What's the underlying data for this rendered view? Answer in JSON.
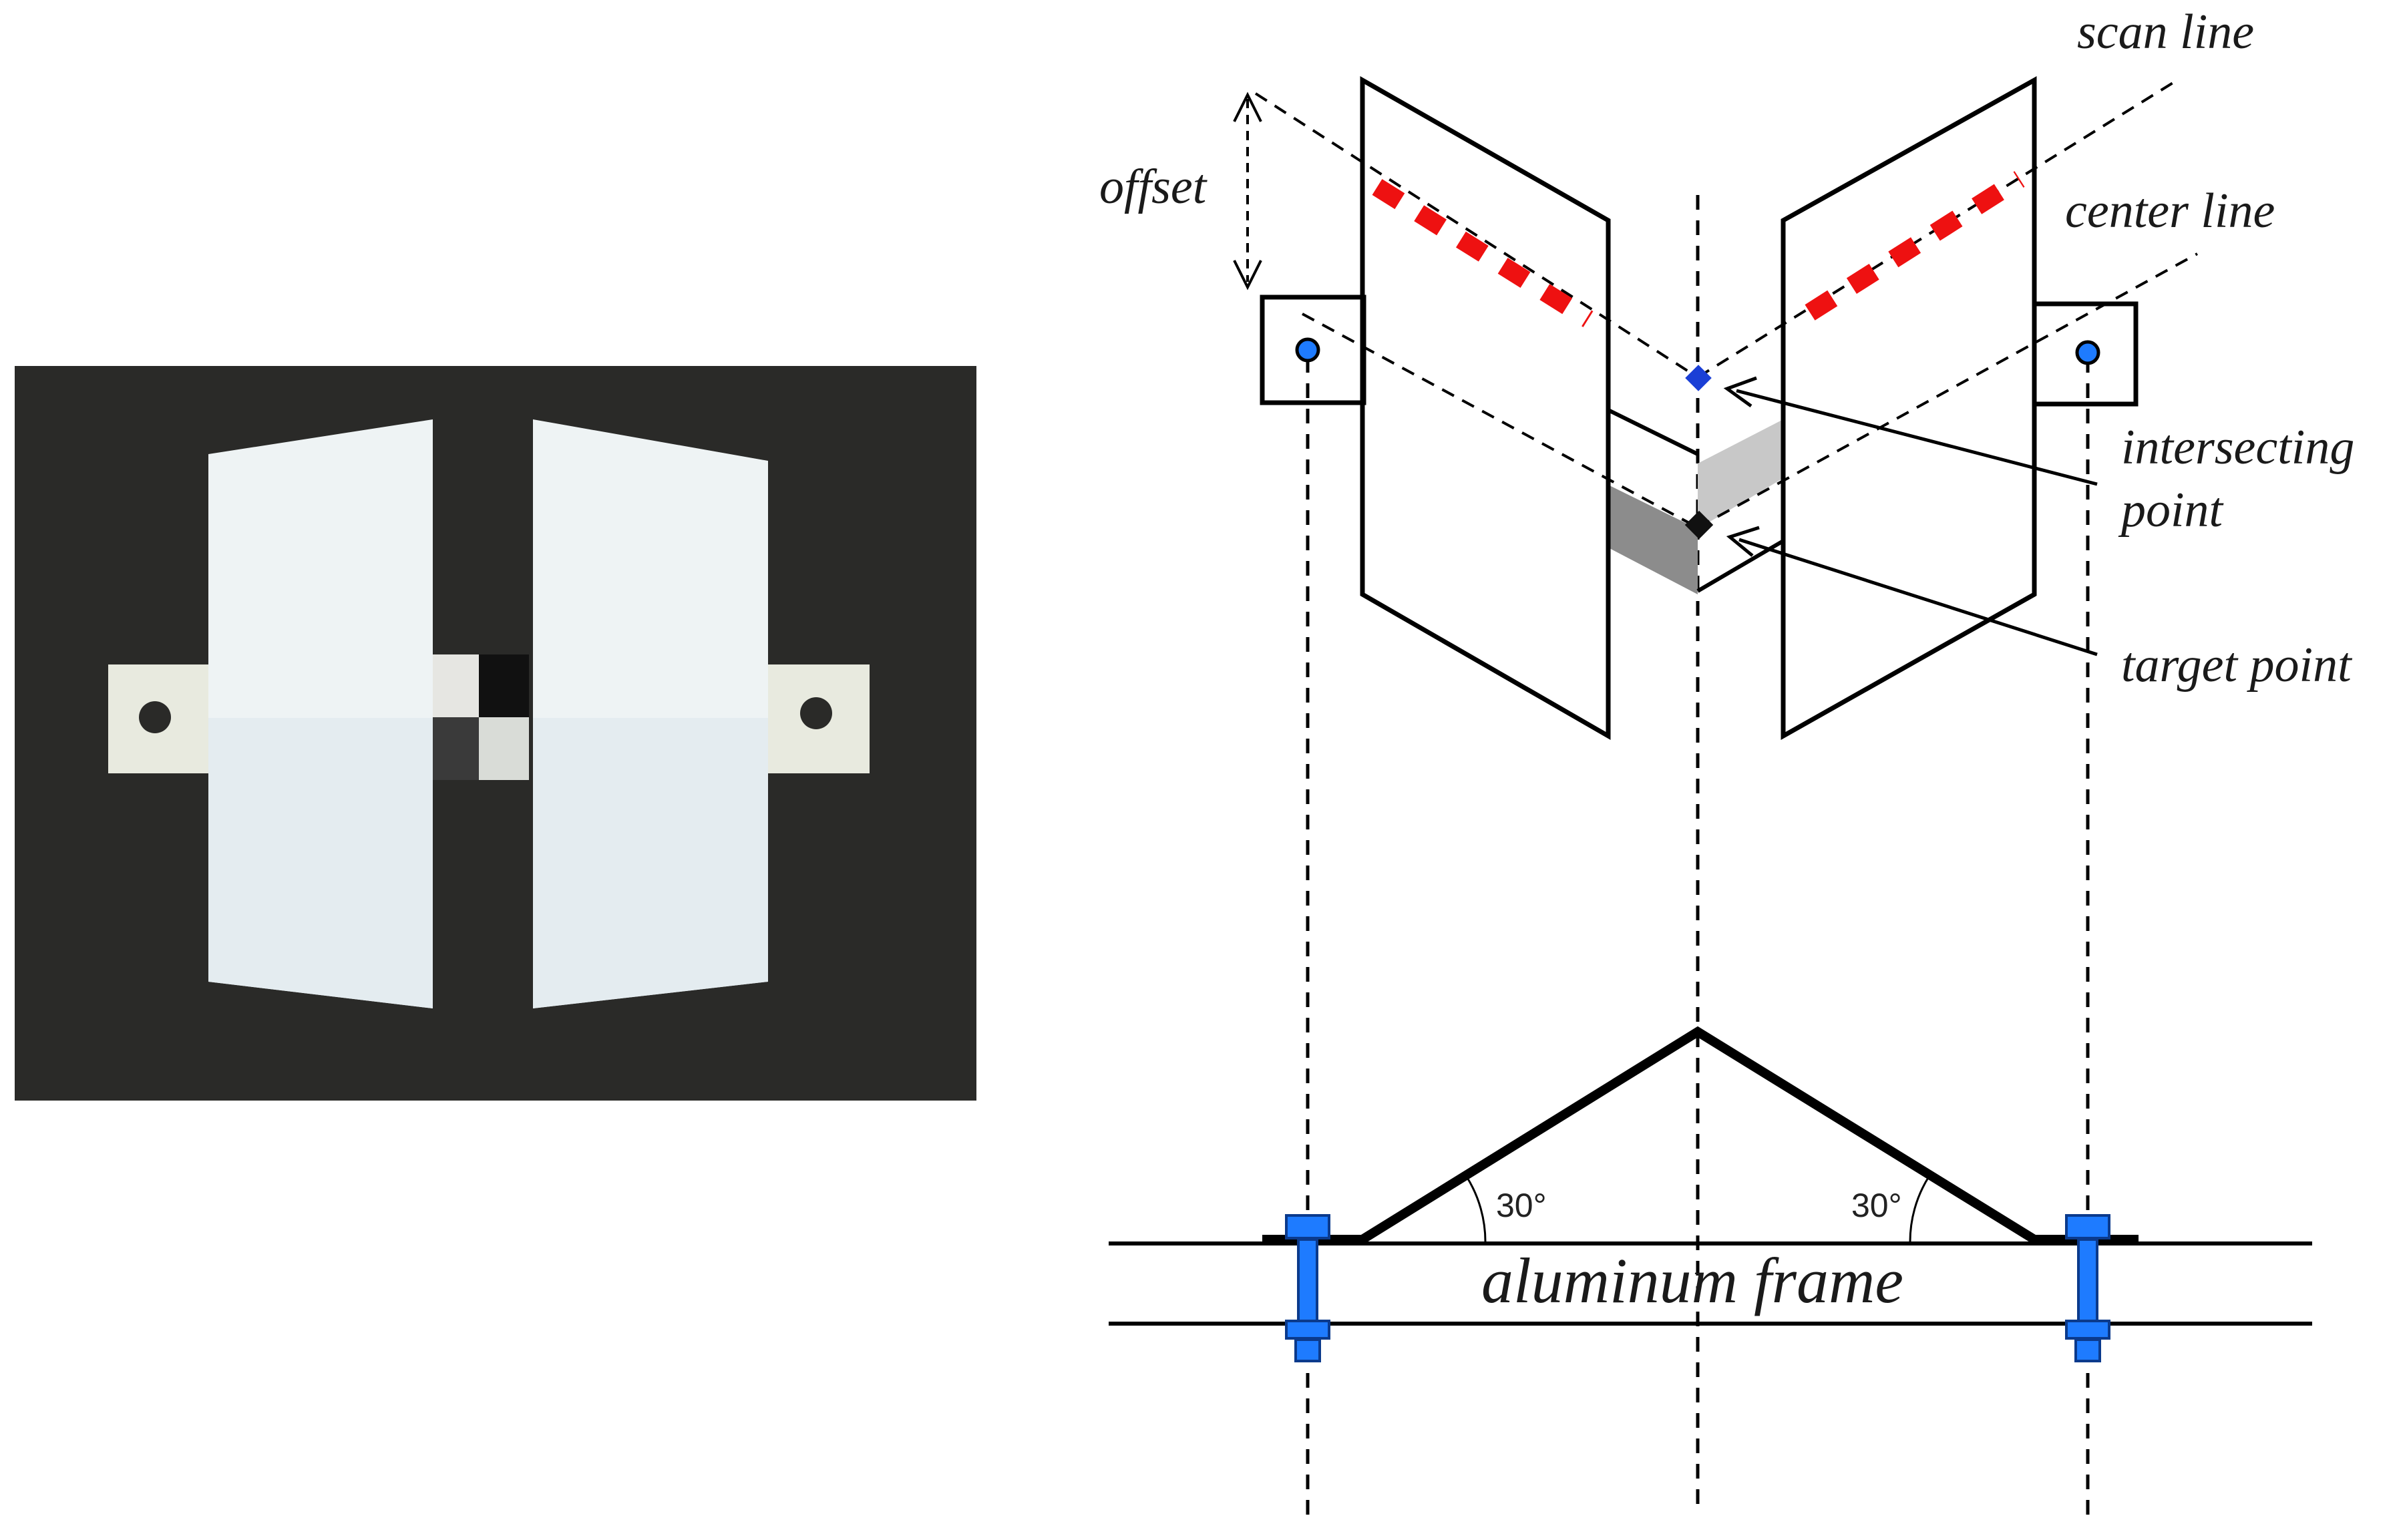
{
  "labels": {
    "scan_line": "scan line",
    "center_line": "center line",
    "offset": "offset",
    "intersecting_point_line1": "intersecting",
    "intersecting_point_line2": "point",
    "target_point": "target point",
    "frame": "aluminum frame",
    "angle_left": "30°",
    "angle_right": "30°"
  },
  "colors": {
    "photo_background": "#2a2a28",
    "plate_white": "#eef3f4",
    "scan_marks": "#ee1111",
    "intersecting_marker": "#1a3fd6",
    "target_marker": "#111111",
    "gray_patch": "#8c8c8c",
    "bolt": "#1e7bff",
    "hole_ring": "#1e7bff"
  },
  "icons": {
    "bolt": "hex-bolt-icon",
    "hole": "mounting-hole-icon"
  }
}
